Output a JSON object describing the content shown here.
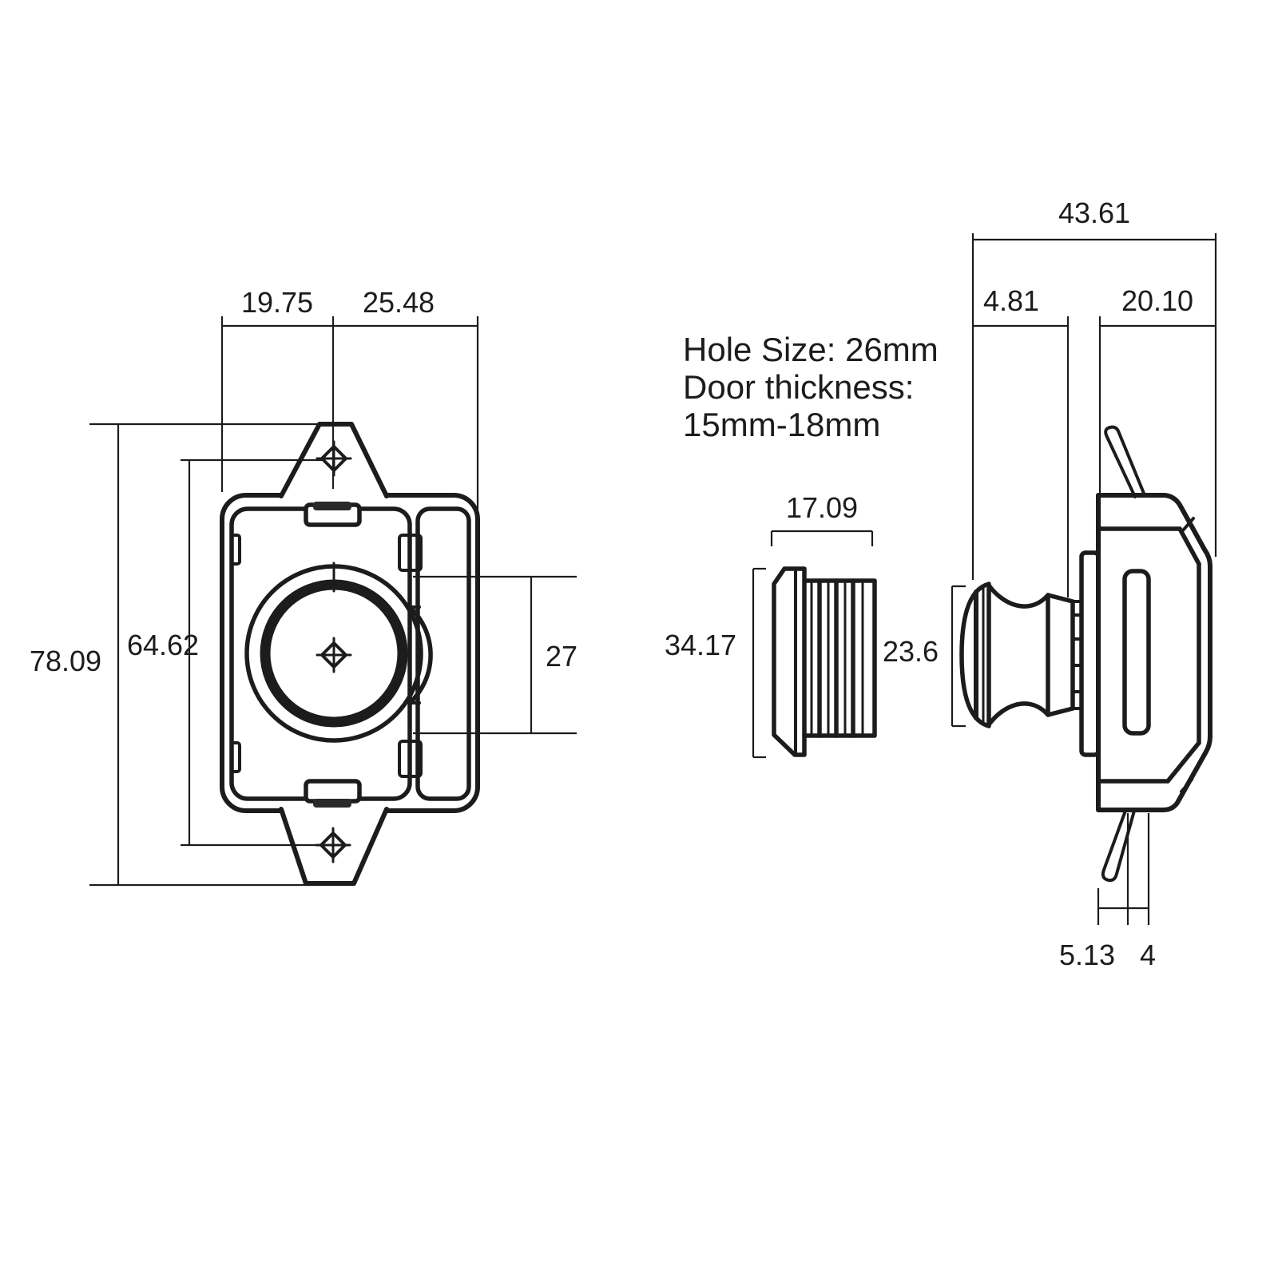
{
  "drawing": {
    "title": "cabinet push-button latch dimension drawing",
    "note": {
      "line1": "Hole Size: 26mm",
      "line2": "Door thickness:",
      "line3": "15mm-18mm"
    },
    "front_view": {
      "width_left": "19.75",
      "width_right": "25.48",
      "height_overall": "78.09",
      "screw_spacing": "64.62",
      "latch_height": "27"
    },
    "bushing_view": {
      "thread_length": "17.09",
      "flange_diameter": "34.17"
    },
    "side_view": {
      "overall_depth": "43.61",
      "knob_depth": "4.81",
      "body_depth": "20.10",
      "knob_diameter": "23.6",
      "spring_offset": "5.13",
      "slot_width": "4"
    },
    "colors": {
      "line": "#1c1c1c",
      "background": "#ffffff",
      "tab_fill": "#2a2a2a"
    }
  }
}
